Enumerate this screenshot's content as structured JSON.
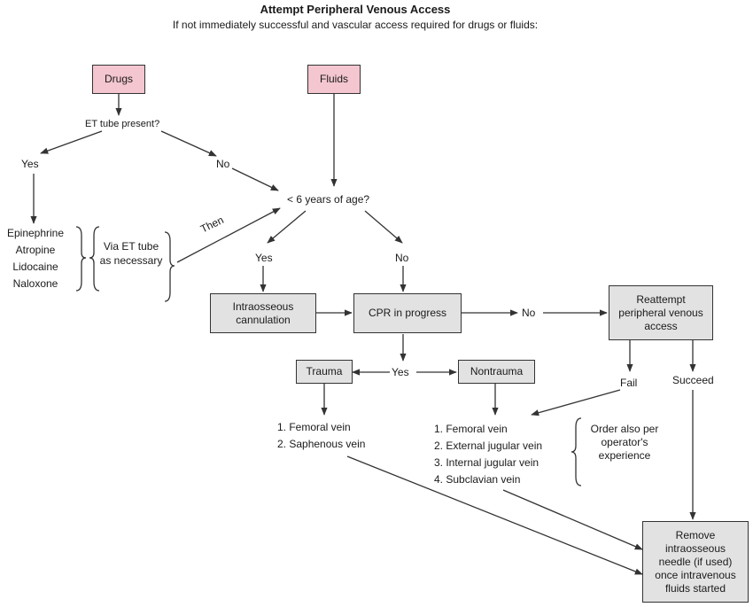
{
  "header": {
    "title": "Attempt Peripheral Venous Access",
    "subtitle": "If not immediately successful and vascular access required for drugs or fluids:"
  },
  "nodes": {
    "drugs": "Drugs",
    "fluids": "Fluids",
    "et_tube": "ET tube present?",
    "yes_drugs": "Yes",
    "no_drugs": "No",
    "age": "< 6 years of age?",
    "then": "Then",
    "yes_age": "Yes",
    "no_age": "No",
    "intraosseous": "Intraosseous cannulation",
    "cpr": "CPR in progress",
    "no_cpr": "No",
    "reattempt": "Reattempt peripheral venous access",
    "trauma": "Trauma",
    "yes_cpr": "Yes",
    "nontrauma": "Nontrauma",
    "fail": "Fail",
    "succeed": "Succeed",
    "via_et": "Via ET tube as necessary",
    "order_note": "Order also per operator's experience",
    "remove": "Remove intraosseous needle (if used) once intravenous fluids started"
  },
  "drug_list": [
    "Epinephrine",
    "Atropine",
    "Lidocaine",
    "Naloxone"
  ],
  "trauma_veins": [
    "1. Femoral vein",
    "2. Saphenous vein"
  ],
  "nontrauma_veins": [
    "1. Femoral vein",
    "2. External jugular vein",
    "3. Internal jugular vein",
    "4. Subclavian vein"
  ],
  "colors": {
    "pink_box": "#f4c6d0",
    "gray_box": "#e2e2e2",
    "line": "#333333"
  }
}
